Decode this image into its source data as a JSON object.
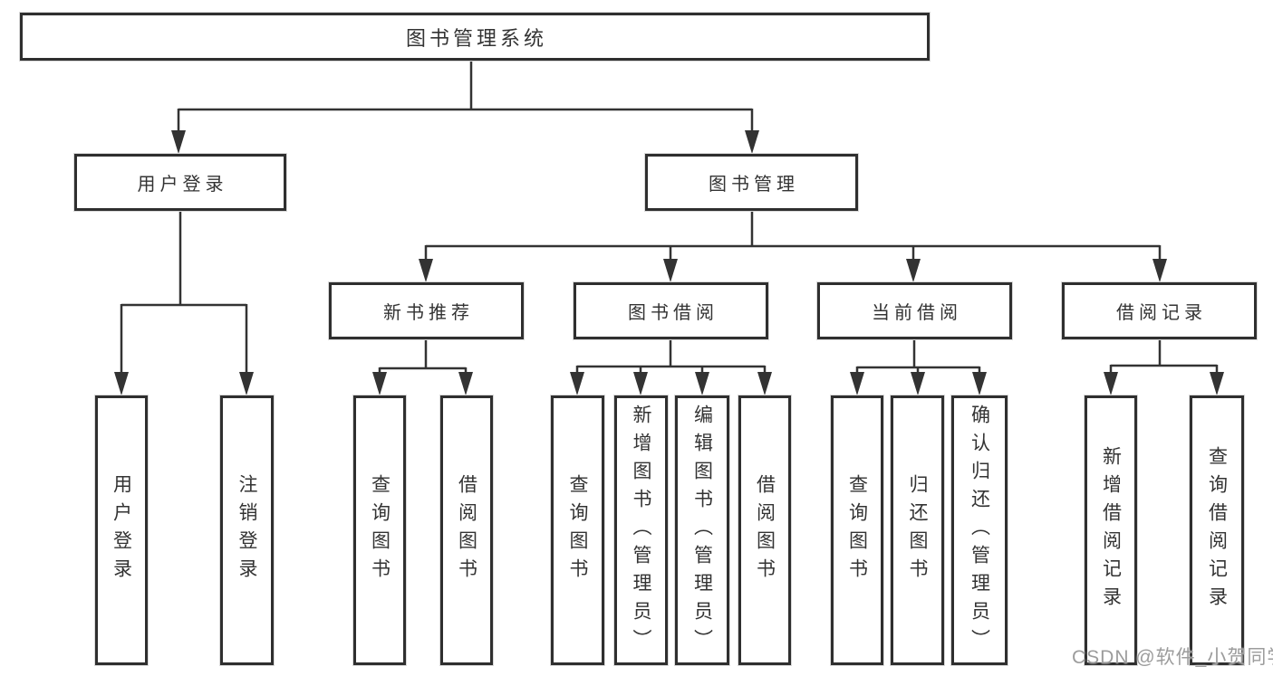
{
  "tree": {
    "root": {
      "label": "图书管理系统"
    },
    "user_login": {
      "label": "用户登录",
      "children": [
        {
          "label": "用户登录"
        },
        {
          "label": "注销登录"
        }
      ]
    },
    "book_mgmt": {
      "label": "图书管理"
    },
    "new_book_rec": {
      "label": "新书推荐",
      "children": [
        {
          "label": "查询图书"
        },
        {
          "label": "借阅图书"
        }
      ]
    },
    "book_borrow": {
      "label": "图书借阅",
      "children": [
        {
          "label": "查询图书"
        },
        {
          "label": "新增图书（管理员）"
        },
        {
          "label": "编辑图书（管理员）"
        },
        {
          "label": "借阅图书"
        }
      ]
    },
    "current_borrow": {
      "label": "当前借阅",
      "children": [
        {
          "label": "查询图书"
        },
        {
          "label": "归还图书"
        },
        {
          "label": "确认归还（管理员）"
        }
      ]
    },
    "borrow_records": {
      "label": "借阅记录",
      "children": [
        {
          "label": "新增借阅记录"
        },
        {
          "label": "查询借阅记录"
        }
      ]
    }
  },
  "colors": {
    "line": "#333333",
    "border": "#2f2f2f",
    "watermark": "#9c9c9c"
  },
  "watermark": {
    "text": "CSDN @软件_小贺同学"
  }
}
